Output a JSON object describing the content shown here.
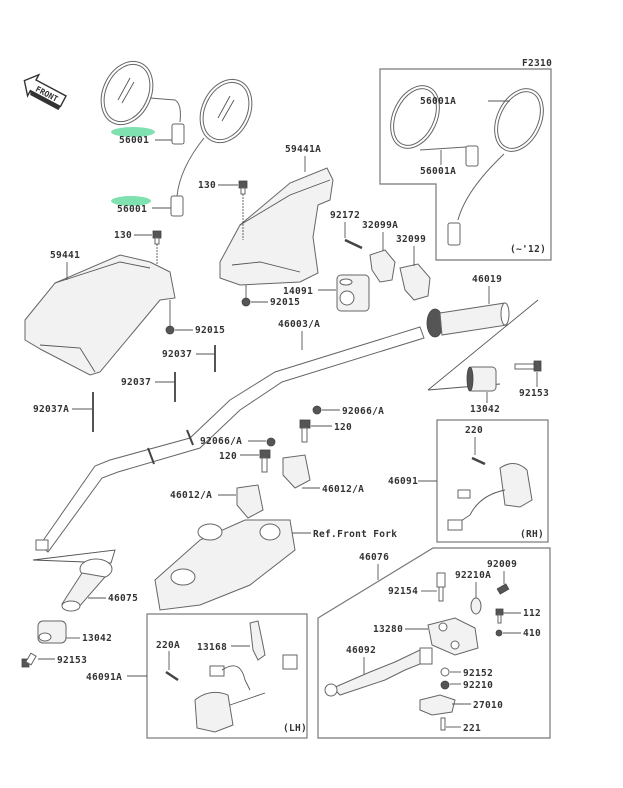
{
  "figure_id": "F2310",
  "front_indicator": "FRONT",
  "highlight_color": "#7fe0b0",
  "labels": {
    "mirror_left_upper": "56001",
    "mirror_left_lower": "56001",
    "inset_mirror_upper": "56001A",
    "inset_mirror_lower": "56001A",
    "inset_note": "(~'12)",
    "handguard_right": "59441A",
    "bolt_130_upper": "130",
    "bolt_130_lower": "130",
    "handguard_left": "59441",
    "nut_92015_right": "92015",
    "nut_92015_left": "92015",
    "screw_92172": "92172",
    "housing_32099a": "32099A",
    "housing_32099": "32099",
    "throttle_14091": "14091",
    "grip_46019": "46019",
    "handlebar": "46003/A",
    "clamp_92037_a": "92037",
    "clamp_92037_b": "92037",
    "clamp_92037a": "92037A",
    "weight_13042_right": "13042",
    "bolt_92153_right": "92153",
    "nut_92066_right": "92066/A",
    "bolt_120_right": "120",
    "nut_92066_left": "92066/A",
    "bolt_120_left": "120",
    "holder_46012_left": "46012/A",
    "holder_46012_right": "46012/A",
    "switch_rh_group": "46091",
    "screw_220": "220",
    "rh_note": "(RH)",
    "ref_front_fork": "Ref.Front Fork",
    "grip_46075": "46075",
    "weight_13042_left": "13042",
    "bolt_92153_left": "92153",
    "lever_assy_46076": "46076",
    "bolt_92154": "92154",
    "washer_92210a": "92210A",
    "screw_92009": "92009",
    "bolt_112": "112",
    "nut_410": "410",
    "holder_13280": "13280",
    "lever_46092": "46092",
    "collar_92152": "92152",
    "nut_92210": "92210",
    "switch_27010": "27010",
    "screw_221": "221",
    "switch_lh_group": "46091A",
    "screw_220a": "220A",
    "lever_13168": "13168",
    "lh_note": "(LH)"
  }
}
